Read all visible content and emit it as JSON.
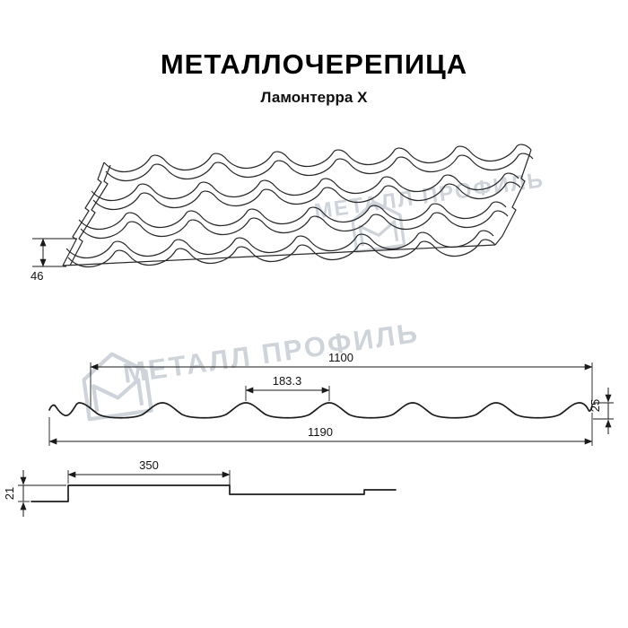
{
  "header": {
    "title": "МЕТАЛЛОЧЕРЕПИЦА",
    "subtitle": "Ламонтерра X"
  },
  "watermark": {
    "text": "МЕТАЛЛ ПРОФИЛЬ",
    "logo": "metall-profil-house-logo",
    "color": "#ccd2d9"
  },
  "drawings": {
    "perspective_view": {
      "dim_edge_height": "46"
    },
    "cross_section": {
      "dim_useful_width": "1100",
      "dim_wave_step": "183.3",
      "dim_profile_height": "25",
      "dim_full_width": "1190"
    },
    "longitudinal_profile": {
      "dim_step_length": "350",
      "dim_step_height": "21"
    }
  }
}
